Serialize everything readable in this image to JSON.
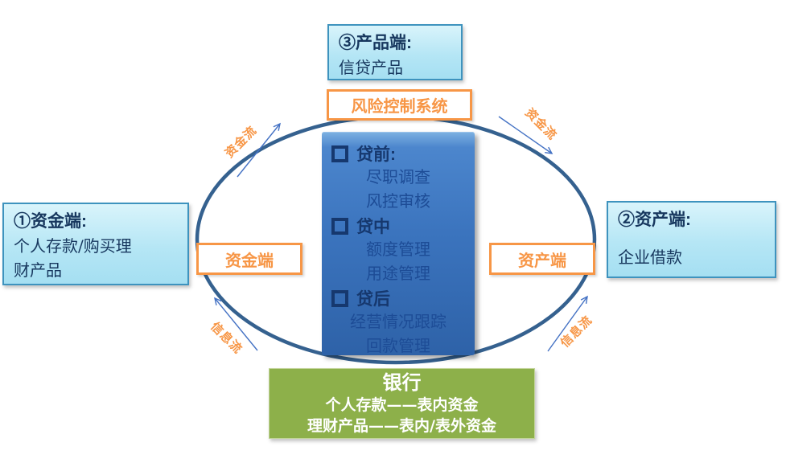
{
  "colors": {
    "accent_orange": "#F79646",
    "ellipse_blue": "#35618F",
    "arrow_blue": "#4472C4",
    "panel_blue": "#3B74BE",
    "cyan_box_border": "#3E93BE",
    "navy_text": "#17375E",
    "bank_green": "#8DB04A"
  },
  "product_box": {
    "heading": "③产品端:",
    "body": "信贷产品"
  },
  "risk_control": {
    "label": "风险控制系统"
  },
  "risk_panel": {
    "groups": [
      {
        "title": "贷前:",
        "items": [
          "尽职调查",
          "风控审核"
        ]
      },
      {
        "title": "贷中",
        "items": [
          "额度管理",
          "用途管理"
        ]
      },
      {
        "title": "贷后",
        "items": [
          "经营情况跟踪",
          "回款管理"
        ]
      }
    ]
  },
  "funding_info_box": {
    "heading": "①资金端:",
    "lines": [
      "个人存款/购买理",
      "财产品"
    ]
  },
  "funding_node": {
    "label": "资金端"
  },
  "asset_node": {
    "label": "资产端"
  },
  "asset_info_box": {
    "heading": "②资产端:",
    "body": "企业借款"
  },
  "bank_box": {
    "title": "银行",
    "lines": [
      "个人存款——表内资金",
      "理财产品——表内/表外资金"
    ]
  },
  "flow_labels": {
    "top_left": "资金流",
    "top_right": "资金流",
    "bottom_left": "信息流",
    "bottom_right": "信息流"
  }
}
